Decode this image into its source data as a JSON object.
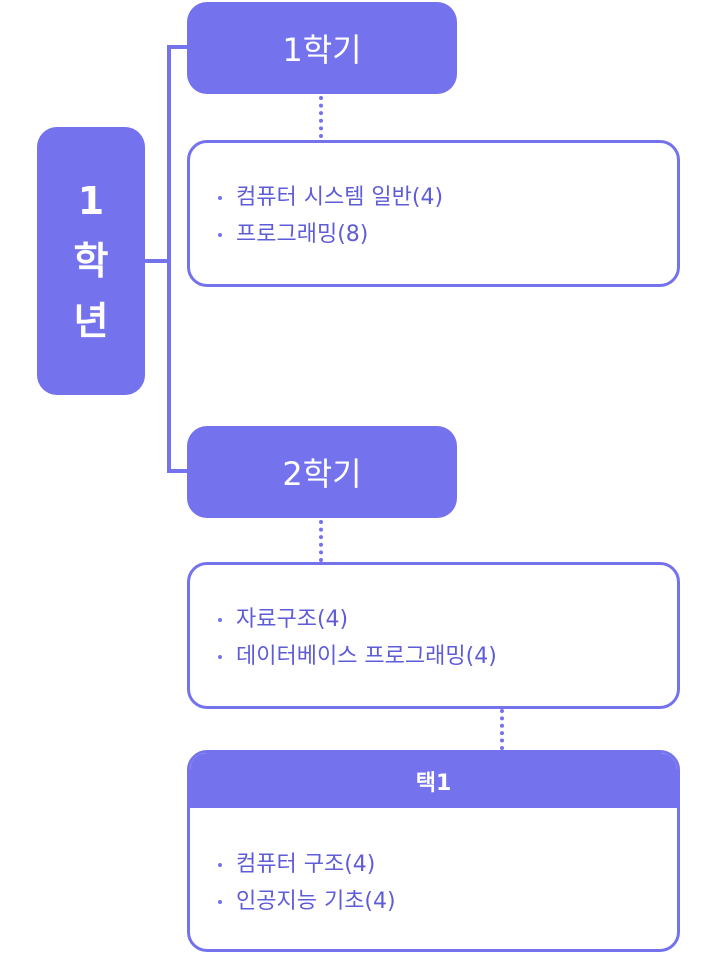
{
  "year": {
    "chars": [
      "1",
      "학",
      "년"
    ]
  },
  "semesters": [
    {
      "label": "1학기",
      "courses": [
        "컴퓨터 시스템 일반(4)",
        "프로그래밍(8)"
      ]
    },
    {
      "label": "2학기",
      "courses": [
        "자료구조(4)",
        "데이터베이스 프로그래밍(4)"
      ]
    }
  ],
  "elective": {
    "title": "택1",
    "courses": [
      "컴퓨터 구조(4)",
      "인공지능 기초(4)"
    ]
  },
  "colors": {
    "accent": "#7572ee",
    "text": "#5f5cd8",
    "background": "#ffffff"
  }
}
